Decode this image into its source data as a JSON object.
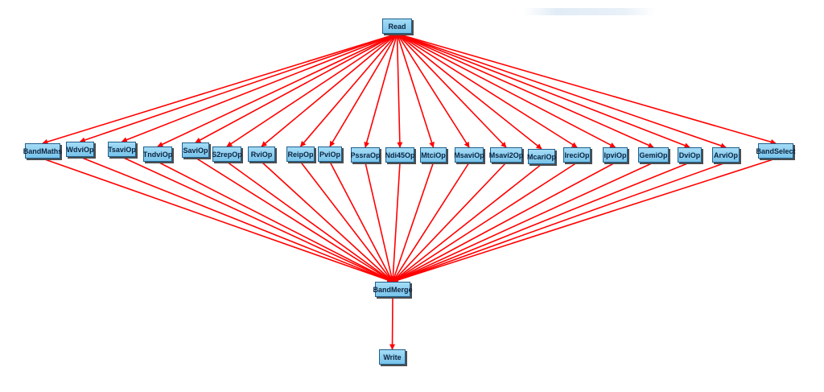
{
  "graph": {
    "source": {
      "id": "read",
      "label": "Read"
    },
    "operators": [
      {
        "id": "bandmaths",
        "label": "BandMaths"
      },
      {
        "id": "wdviop",
        "label": "WdviOp"
      },
      {
        "id": "tsaviop",
        "label": "TsaviOp"
      },
      {
        "id": "tndviop",
        "label": "TndviOp"
      },
      {
        "id": "saviop",
        "label": "SaviOp"
      },
      {
        "id": "s2repop",
        "label": "S2repOp"
      },
      {
        "id": "rviop",
        "label": "RviOp"
      },
      {
        "id": "reipop",
        "label": "ReipOp"
      },
      {
        "id": "pviop",
        "label": "PviOp"
      },
      {
        "id": "pssraop",
        "label": "PssraOp"
      },
      {
        "id": "ndi45op",
        "label": "Ndi45Op"
      },
      {
        "id": "mtciop",
        "label": "MtciOp"
      },
      {
        "id": "msaviop",
        "label": "MsaviOp"
      },
      {
        "id": "msavi2op",
        "label": "Msavi2Op"
      },
      {
        "id": "mcariop",
        "label": "McariOp"
      },
      {
        "id": "ireciop",
        "label": "IreciOp"
      },
      {
        "id": "ipviop",
        "label": "IpviOp"
      },
      {
        "id": "gemiop",
        "label": "GemiOp"
      },
      {
        "id": "dviop",
        "label": "DviOp"
      },
      {
        "id": "arviop",
        "label": "ArviOp"
      },
      {
        "id": "bandselect",
        "label": "BandSelect"
      }
    ],
    "merge": {
      "id": "bandmerge",
      "label": "BandMerge"
    },
    "sink": {
      "id": "write",
      "label": "Write"
    },
    "edges_from_read": [
      "bandmaths",
      "wdviop",
      "tsaviop",
      "tndviop",
      "saviop",
      "s2repop",
      "rviop",
      "reipop",
      "pviop",
      "pssraop",
      "ndi45op",
      "mtciop",
      "msaviop",
      "msavi2op",
      "mcariop",
      "ireciop",
      "ipviop",
      "gemiop",
      "dviop",
      "arviop",
      "bandselect"
    ],
    "edges_to_merge": [
      "bandmaths",
      "wdviop",
      "tsaviop",
      "tndviop",
      "saviop",
      "s2repop",
      "rviop",
      "reipop",
      "pviop",
      "pssraop",
      "ndi45op",
      "mtciop",
      "msaviop",
      "msavi2op",
      "mcariop",
      "ireciop",
      "ipviop",
      "gemiop",
      "dviop",
      "arviop",
      "bandselect"
    ],
    "edge_color": "#ff0000"
  }
}
